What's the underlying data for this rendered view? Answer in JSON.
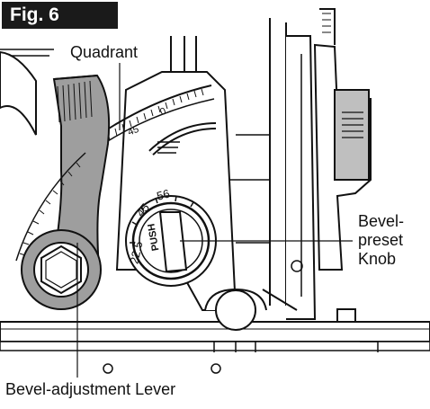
{
  "figure": {
    "badge": "Fig. 6"
  },
  "callouts": {
    "quadrant": "Quadrant",
    "bevel_preset_knob": [
      "Bevel-",
      "preset",
      "Knob"
    ],
    "bevel_adjustment_lever": "Bevel-adjustment Lever"
  },
  "knob": {
    "angle_marks": [
      "22.5",
      "45",
      "56"
    ],
    "button_text": "PUSH"
  },
  "quadrant_scale": {
    "marks": [
      "45",
      "0"
    ]
  }
}
